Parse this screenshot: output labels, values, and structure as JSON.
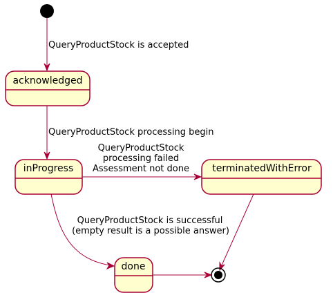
{
  "states": {
    "acknowledged": "acknowledged",
    "inProgress": "inProgress",
    "terminatedWithError": "terminatedWithError",
    "done": "done"
  },
  "transitions": {
    "start_to_acknowledged": "QueryProductStock is accepted",
    "acknowledged_to_inProgress": "QueryProductStock processing begin",
    "inProgress_to_terminated": [
      "QueryProductStock",
      "processing failed",
      "Assessment not done"
    ],
    "inProgress_to_done": [
      "QueryProductStock is successful",
      "(empty result is a possible answer)"
    ]
  },
  "colors": {
    "state_fill": "#FEFECE",
    "state_border": "#A80036",
    "arrow": "#A80036",
    "node": "#000000"
  }
}
